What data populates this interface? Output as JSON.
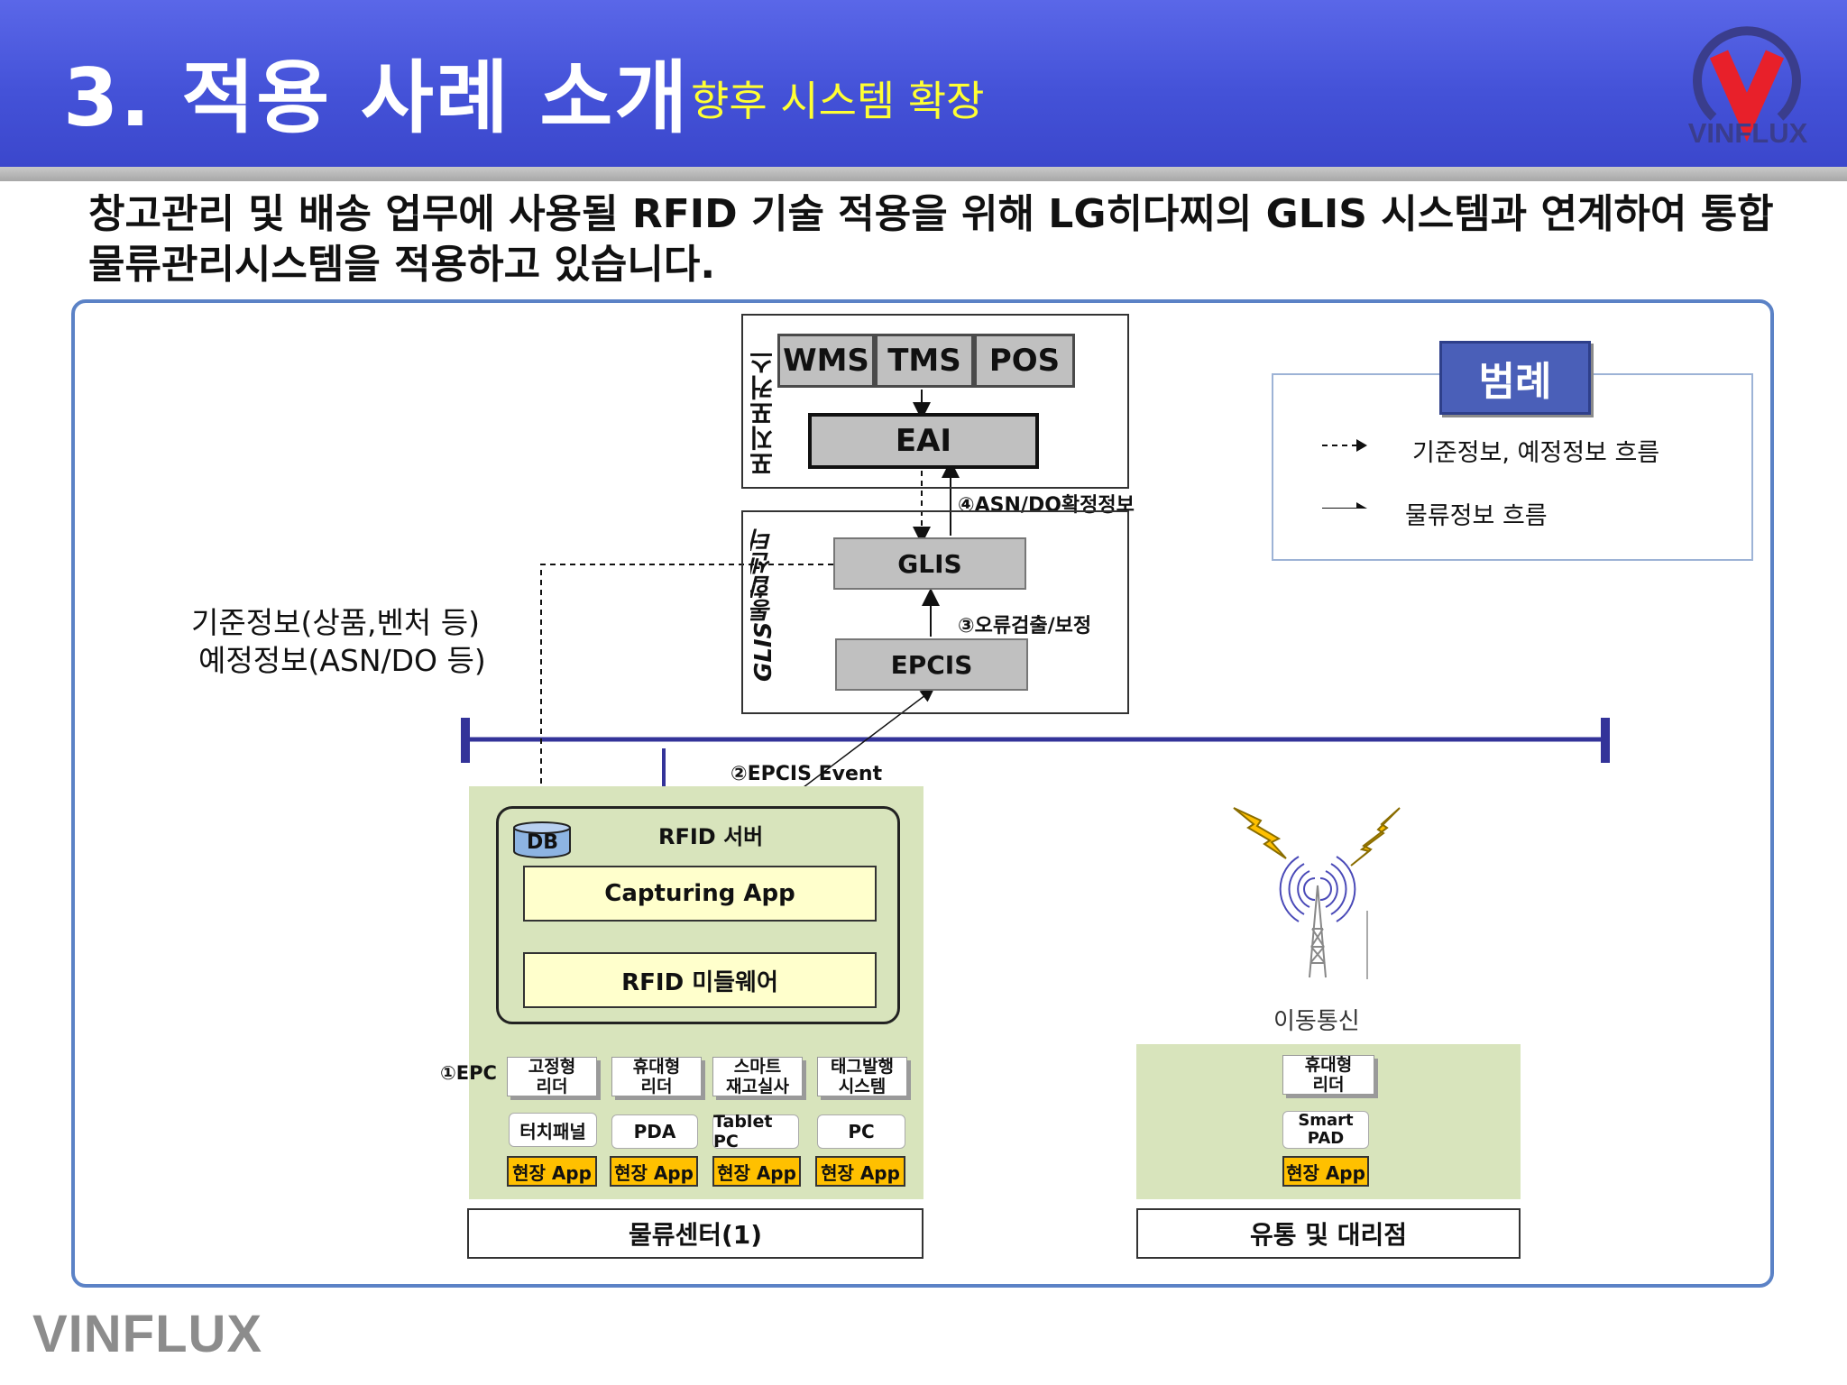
{
  "header": {
    "title": "3. 적용 사례 소개",
    "subtitle": "향후 시스템 확장",
    "logo_text": "VINFLUX"
  },
  "description": "창고관리 및 배송 업무에 사용될 RFID 기술 적용을 위해 LG히다찌의 GLIS 시스템과 연계하여 통합물류관리시스템을 적용하고 있습니다.",
  "diagram": {
    "poscos": {
      "label": "포지포커스",
      "systems": [
        "WMS",
        "TMS",
        "POS"
      ],
      "eai": "EAI"
    },
    "glis_center": {
      "label": "GLIS통합센터",
      "glis": "GLIS",
      "epcis": "EPCIS"
    },
    "flows": {
      "asn_do": "④ASN/DO확정정보",
      "error_check": "③오류검출/보정",
      "epcis_event": "②EPCIS Event",
      "epc": "①EPC"
    },
    "master_info": [
      "기준정보(상품,벤처 등)",
      "예정정보(ASN/DO 등)"
    ],
    "legend": {
      "title": "범례",
      "items": [
        {
          "type": "dashed",
          "label": "기준정보, 예정정보 흐름"
        },
        {
          "type": "solid",
          "label": "물류정보 흐름"
        }
      ]
    },
    "logistics_center": {
      "db": "DB",
      "server": "RFID 서버",
      "capturing": "Capturing App",
      "middleware": "RFID 미들웨어",
      "readers": [
        "고정형\n리더",
        "휴대형\n리더",
        "스마트\n재고실사",
        "태그발행\n시스템"
      ],
      "devices": [
        "터치패널",
        "PDA",
        "Tablet PC",
        "PC"
      ],
      "app_label": "현장 App",
      "name": "물류센터(1)"
    },
    "mobile": {
      "label": "이동통신",
      "reader": "휴대형\n리더",
      "device": "Smart\nPAD",
      "app_label": "현장 App",
      "name": "유통 및 대리점"
    }
  },
  "footer": {
    "logo_text": "VINFLUX"
  },
  "colors": {
    "header": "#4452d8",
    "subtitle": "#ffff33",
    "panel_border": "#5b82c6",
    "network_line": "#333399",
    "zone_fill": "#d8e4bc",
    "app_fill": "#ffc000",
    "legend_title": "#4a5fb8"
  }
}
